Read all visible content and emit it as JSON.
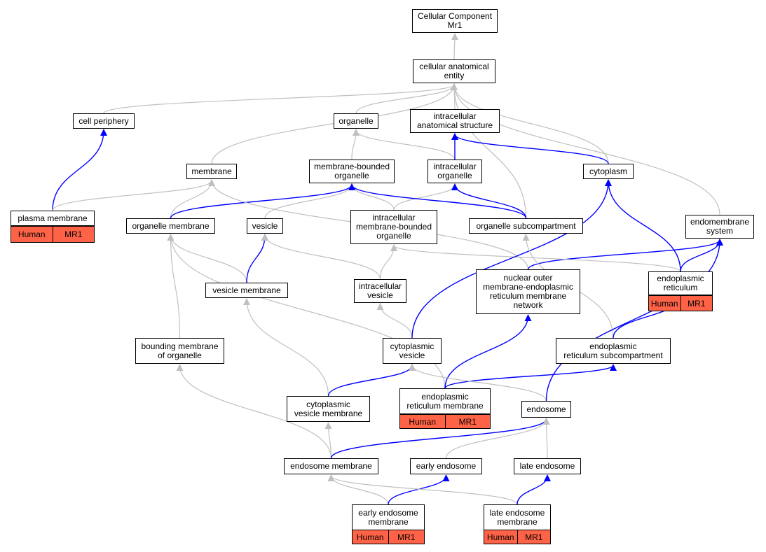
{
  "colors": {
    "annotation_fill": "#ff6347",
    "is_a_edge": "#c0c0c0",
    "part_of_edge": "#0000ff"
  },
  "nodes": {
    "root": "Cellular Component\nMr1",
    "cae": "cellular anatomical\nentity",
    "periphery": "cell periphery",
    "organelle": "organelle",
    "ias": "intracellular\nanatomical structure",
    "membrane": "membrane",
    "mbo": "membrane-bounded\norganelle",
    "io": "intracellular\norganelle",
    "cytoplasm": "cytoplasm",
    "pm": "plasma membrane",
    "om": "organelle membrane",
    "vesicle": "vesicle",
    "imbo": "intracellular\nmembrane-bounded\norganelle",
    "os": "organelle subcompartment",
    "ems": "endomembrane\nsystem",
    "nom": "nuclear outer\nmembrane-endoplasmic\nreticulum membrane\nnetwork",
    "er": "endoplasmic\nreticulum",
    "vm": "vesicle membrane",
    "iv": "intracellular\nvesicle",
    "bmo": "bounding membrane\nof organelle",
    "cv": "cytoplasmic\nvesicle",
    "ers": "endoplasmic\nreticulum subcompartment",
    "erm": "endoplasmic\nreticulum membrane",
    "cvm": "cytoplasmic\nvesicle membrane",
    "endosome": "endosome",
    "endm": "endosome membrane",
    "ee": "early endosome",
    "le": "late endosome",
    "eem": "early endosome\nmembrane",
    "lem": "late endosome\nmembrane"
  },
  "annotations": {
    "pm": [
      "Human",
      "MR1"
    ],
    "er": [
      "Human",
      "MR1"
    ],
    "erm": [
      "Human",
      "MR1"
    ],
    "eem": [
      "Human",
      "MR1"
    ],
    "lem": [
      "Human",
      "MR1"
    ]
  },
  "edges": [
    {
      "from": "cae",
      "to": "root",
      "type": "is_a"
    },
    {
      "from": "periphery",
      "to": "cae",
      "type": "is_a"
    },
    {
      "from": "organelle",
      "to": "cae",
      "type": "is_a"
    },
    {
      "from": "ias",
      "to": "cae",
      "type": "is_a"
    },
    {
      "from": "membrane",
      "to": "cae",
      "type": "is_a"
    },
    {
      "from": "cytoplasm",
      "to": "cae",
      "type": "is_a"
    },
    {
      "from": "os",
      "to": "cae",
      "type": "is_a"
    },
    {
      "from": "ems",
      "to": "cae",
      "type": "is_a"
    },
    {
      "from": "mbo",
      "to": "organelle",
      "type": "is_a"
    },
    {
      "from": "io",
      "to": "organelle",
      "type": "is_a"
    },
    {
      "from": "io",
      "to": "ias",
      "type": "part_of"
    },
    {
      "from": "cytoplasm",
      "to": "ias",
      "type": "part_of"
    },
    {
      "from": "pm",
      "to": "periphery",
      "type": "part_of"
    },
    {
      "from": "pm",
      "to": "membrane",
      "type": "is_a"
    },
    {
      "from": "om",
      "to": "membrane",
      "type": "is_a"
    },
    {
      "from": "om",
      "to": "mbo",
      "type": "part_of"
    },
    {
      "from": "vesicle",
      "to": "mbo",
      "type": "is_a"
    },
    {
      "from": "imbo",
      "to": "mbo",
      "type": "is_a"
    },
    {
      "from": "imbo",
      "to": "io",
      "type": "is_a"
    },
    {
      "from": "os",
      "to": "mbo",
      "type": "part_of"
    },
    {
      "from": "os",
      "to": "io",
      "type": "part_of"
    },
    {
      "from": "nom",
      "to": "membrane",
      "type": "is_a"
    },
    {
      "from": "nom",
      "to": "ems",
      "type": "part_of"
    },
    {
      "from": "er",
      "to": "imbo",
      "type": "is_a"
    },
    {
      "from": "er",
      "to": "cytoplasm",
      "type": "part_of"
    },
    {
      "from": "er",
      "to": "ems",
      "type": "part_of"
    },
    {
      "from": "vm",
      "to": "om",
      "type": "is_a"
    },
    {
      "from": "vm",
      "to": "vesicle",
      "type": "part_of"
    },
    {
      "from": "iv",
      "to": "imbo",
      "type": "is_a"
    },
    {
      "from": "iv",
      "to": "vesicle",
      "type": "is_a"
    },
    {
      "from": "bmo",
      "to": "om",
      "type": "is_a"
    },
    {
      "from": "cv",
      "to": "iv",
      "type": "is_a"
    },
    {
      "from": "cv",
      "to": "cytoplasm",
      "type": "part_of"
    },
    {
      "from": "ers",
      "to": "os",
      "type": "is_a"
    },
    {
      "from": "ers",
      "to": "er",
      "type": "part_of"
    },
    {
      "from": "erm",
      "to": "om",
      "type": "is_a"
    },
    {
      "from": "erm",
      "to": "nom",
      "type": "part_of"
    },
    {
      "from": "erm",
      "to": "ers",
      "type": "part_of"
    },
    {
      "from": "cvm",
      "to": "vm",
      "type": "is_a"
    },
    {
      "from": "cvm",
      "to": "cv",
      "type": "part_of"
    },
    {
      "from": "endosome",
      "to": "cv",
      "type": "is_a"
    },
    {
      "from": "endosome",
      "to": "ems",
      "type": "part_of"
    },
    {
      "from": "endm",
      "to": "bmo",
      "type": "is_a"
    },
    {
      "from": "endm",
      "to": "cvm",
      "type": "is_a"
    },
    {
      "from": "endm",
      "to": "endosome",
      "type": "part_of"
    },
    {
      "from": "ee",
      "to": "endosome",
      "type": "is_a"
    },
    {
      "from": "le",
      "to": "endosome",
      "type": "is_a"
    },
    {
      "from": "eem",
      "to": "endm",
      "type": "is_a"
    },
    {
      "from": "eem",
      "to": "ee",
      "type": "part_of"
    },
    {
      "from": "lem",
      "to": "endm",
      "type": "is_a"
    },
    {
      "from": "lem",
      "to": "le",
      "type": "part_of"
    }
  ]
}
